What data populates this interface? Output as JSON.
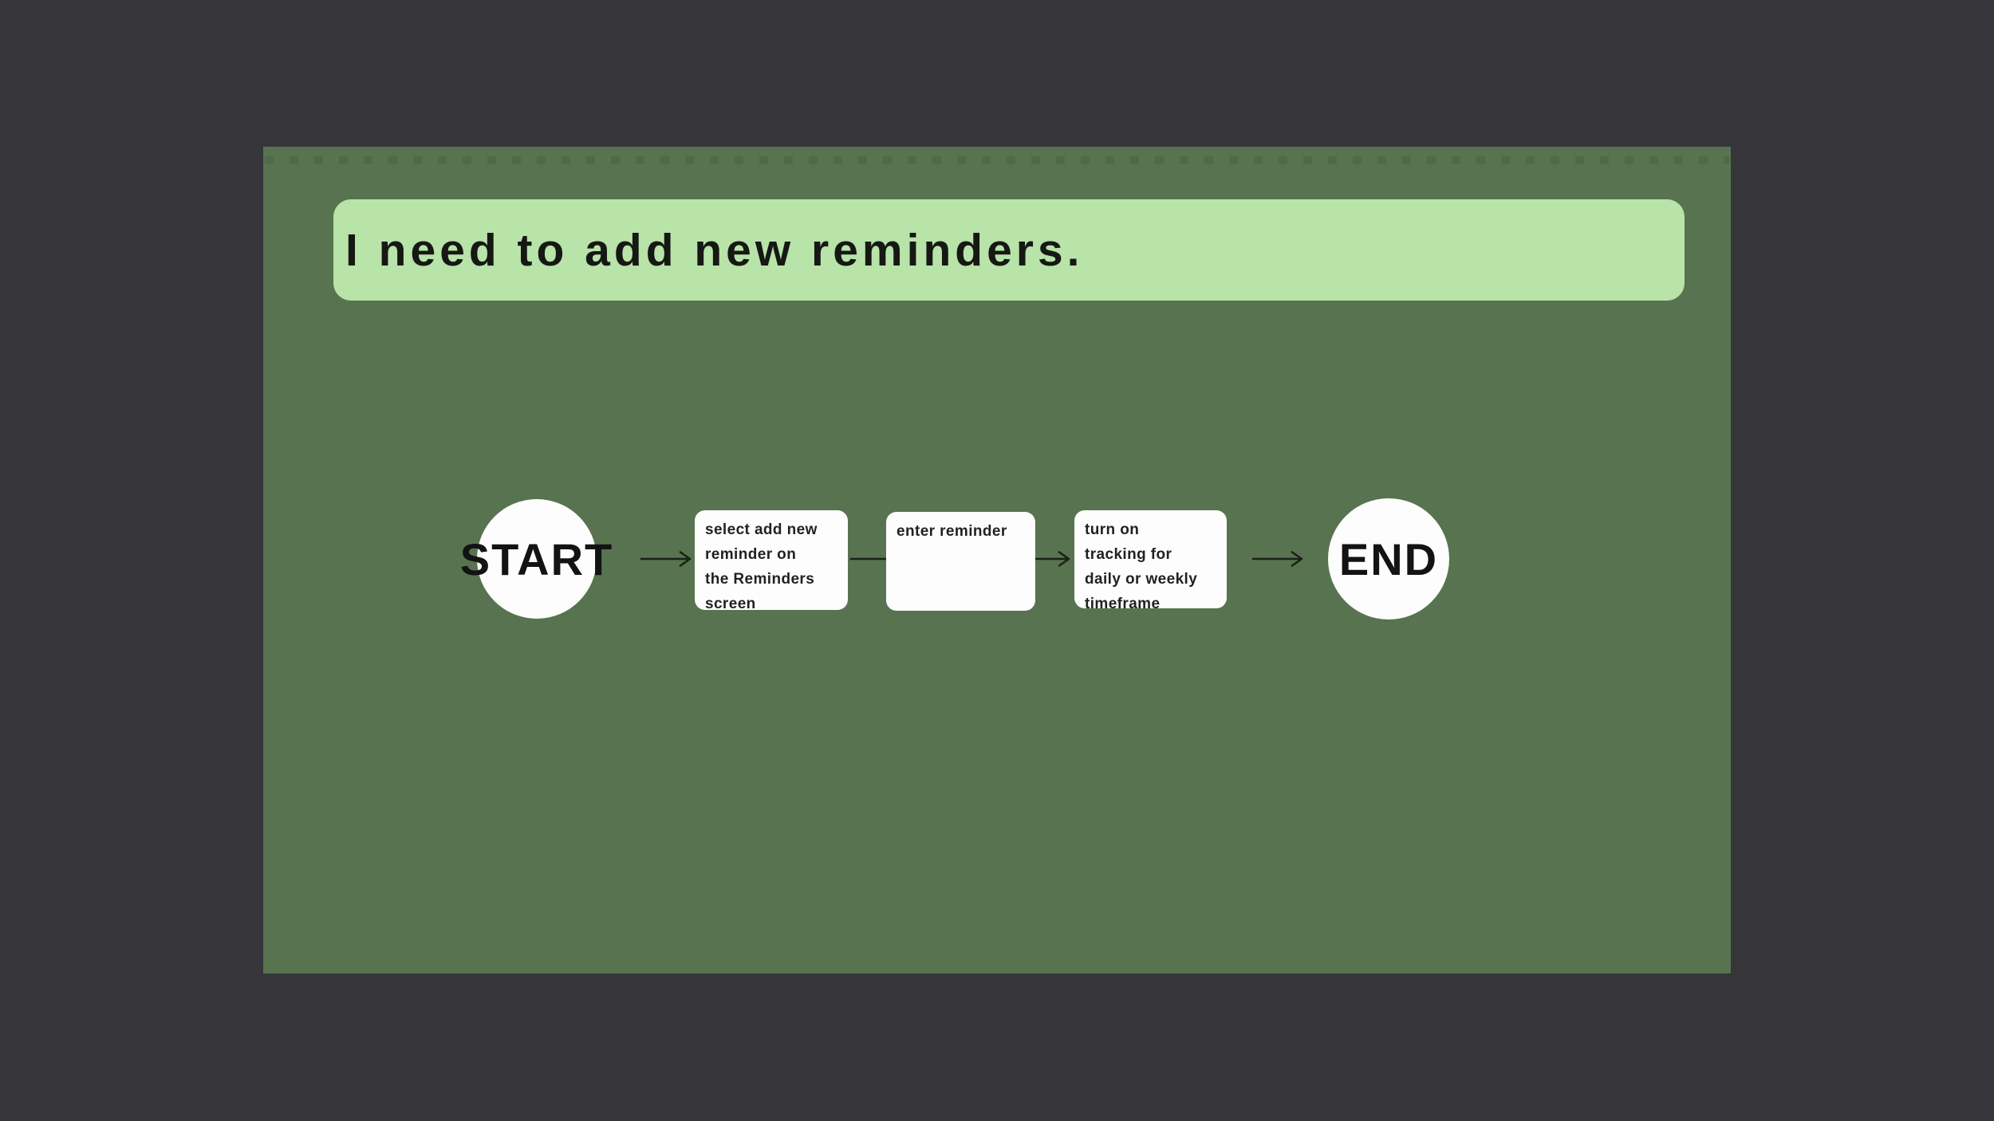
{
  "canvas": {
    "background_color": "#36353a",
    "slide_color": "#57734f"
  },
  "prompt_banner": {
    "text": "I need to add new reminders.",
    "background_color": "#b8e3a9",
    "text_color": "#161814"
  },
  "flowchart": {
    "start_label": "START",
    "end_label": "END",
    "steps": [
      {
        "label": "select add new\nreminder on\nthe Reminders\nscreen"
      },
      {
        "label": "enter reminder"
      },
      {
        "label": "turn on\ntracking for\ndaily or weekly\ntimeframe"
      }
    ],
    "node_color": "#fdfdfd",
    "arrow_color": "#1b2117"
  }
}
